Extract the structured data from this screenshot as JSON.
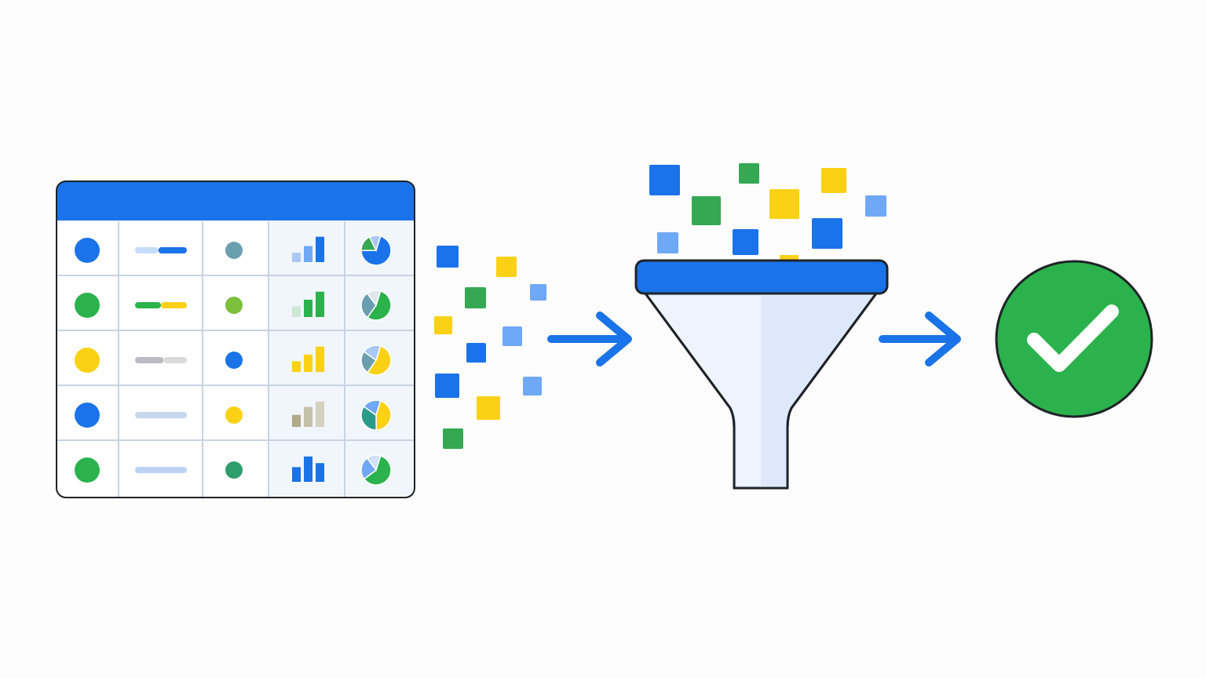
{
  "colors": {
    "blue": "#1a73e8",
    "blue_light": "#6fa8f5",
    "green": "#2bb24c",
    "green_dark": "#34a853",
    "yellow": "#fbd116",
    "teal": "#6b9fb0",
    "olive": "#b0a98a",
    "funnel_fill": "#dde9fa",
    "outline": "#1f2328",
    "grid_line": "#c8d3e3",
    "check_mark": "#ffffff"
  },
  "table": {
    "rows": [
      {
        "dot_color": "#1a73e8",
        "progress": {
          "segments": [
            {
              "fraction": 0.45,
              "color": "#c6dcfa"
            },
            {
              "fraction": 0.55,
              "color": "#1a73e8"
            }
          ]
        },
        "small_dot_color": "#6b9fb0",
        "bars": {
          "values": [
            0.35,
            0.6,
            0.95
          ],
          "colors": [
            "#a9c8f5",
            "#6fa8f5",
            "#1a73e8"
          ]
        },
        "pie": {
          "slices": [
            {
              "fraction": 0.7,
              "color": "#1a73e8"
            },
            {
              "fraction": 0.18,
              "color": "#34a853"
            },
            {
              "fraction": 0.12,
              "color": "#a9c8f5"
            }
          ]
        }
      },
      {
        "dot_color": "#2bb24c",
        "progress": {
          "segments": [
            {
              "fraction": 0.5,
              "color": "#2bb24c"
            },
            {
              "fraction": 0.5,
              "color": "#fbd116"
            }
          ]
        },
        "small_dot_color": "#7bbf3a",
        "bars": {
          "values": [
            0.4,
            0.65,
            0.95
          ],
          "colors": [
            "#cde8d4",
            "#2bb24c",
            "#2bb24c"
          ]
        },
        "pie": {
          "slices": [
            {
              "fraction": 0.55,
              "color": "#2bb24c"
            },
            {
              "fraction": 0.3,
              "color": "#6b9fb0"
            },
            {
              "fraction": 0.15,
              "color": "#dfe6ee"
            }
          ]
        }
      },
      {
        "dot_color": "#fbd116",
        "progress": {
          "segments": [
            {
              "fraction": 0.55,
              "color": "#b9bcc0"
            },
            {
              "fraction": 0.45,
              "color": "#d8dadc"
            }
          ]
        },
        "small_dot_color": "#1a73e8",
        "bars": {
          "values": [
            0.4,
            0.65,
            0.95
          ],
          "colors": [
            "#fbd116",
            "#fbd116",
            "#fbd116"
          ]
        },
        "pie": {
          "slices": [
            {
              "fraction": 0.55,
              "color": "#fbd116"
            },
            {
              "fraction": 0.25,
              "color": "#6b9fb0"
            },
            {
              "fraction": 0.2,
              "color": "#a9c8f5"
            }
          ]
        }
      },
      {
        "dot_color": "#1a73e8",
        "progress": {
          "segments": [
            {
              "fraction": 1.0,
              "color": "#c6d7ee"
            }
          ]
        },
        "small_dot_color": "#fbd116",
        "bars": {
          "values": [
            0.45,
            0.75,
            0.95
          ],
          "colors": [
            "#b0a98a",
            "#c5c0a8",
            "#d5d1c0"
          ]
        },
        "pie": {
          "slices": [
            {
              "fraction": 0.45,
              "color": "#fbd116"
            },
            {
              "fraction": 0.35,
              "color": "#2b9a8a"
            },
            {
              "fraction": 0.2,
              "color": "#6fa8f5"
            }
          ]
        }
      },
      {
        "dot_color": "#2bb24c",
        "progress": {
          "segments": [
            {
              "fraction": 1.0,
              "color": "#bcd3f3"
            }
          ]
        },
        "small_dot_color": "#2e9e6a",
        "bars": {
          "values": [
            0.55,
            0.95,
            0.7
          ],
          "colors": [
            "#1a73e8",
            "#1a73e8",
            "#1a73e8"
          ]
        },
        "pie": {
          "slices": [
            {
              "fraction": 0.6,
              "color": "#2bb24c"
            },
            {
              "fraction": 0.25,
              "color": "#6fa8f5"
            },
            {
              "fraction": 0.15,
              "color": "#cfe0f7"
            }
          ]
        }
      }
    ]
  },
  "flow": {
    "left_squares": [
      "#1a73e8",
      "#fbd116",
      "#34a853",
      "#6fa8f5",
      "#fbd116",
      "#6fa8f5",
      "#1a73e8",
      "#1a73e8",
      "#6fa8f5",
      "#fbd116",
      "#34a853"
    ],
    "funnel_squares": [
      "#1a73e8",
      "#34a853",
      "#fbd116",
      "#34a853",
      "#fbd116",
      "#6fa8f5",
      "#6fa8f5",
      "#1a73e8",
      "#1a73e8"
    ]
  },
  "icons": {
    "table": "data-table-icon",
    "funnel": "funnel-filter-icon",
    "arrow": "right-arrow-icon",
    "result": "checkmark-circle-icon"
  }
}
